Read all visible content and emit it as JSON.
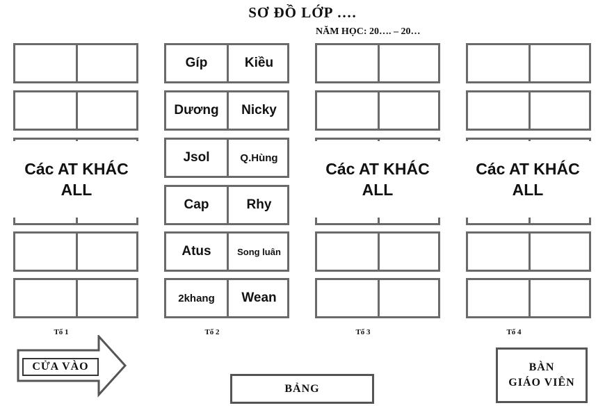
{
  "title": "SƠ ĐỒ LỚP ….",
  "subtitle": "NĂM HỌC: 20…. – 20…",
  "groups": [
    {
      "label": "Tổ 1",
      "desks": [
        [
          "",
          ""
        ],
        [
          "",
          ""
        ],
        [
          "",
          ""
        ],
        [
          "",
          ""
        ],
        [
          "",
          ""
        ],
        [
          "",
          ""
        ]
      ],
      "overlay": [
        "Các AT KHÁC",
        "ALL"
      ]
    },
    {
      "label": "Tổ 2",
      "desks": [
        [
          "Gíp",
          "Kiều"
        ],
        [
          "Dương",
          "Nicky"
        ],
        [
          "Jsol",
          "Q.Hùng"
        ],
        [
          "Cap",
          "Rhy"
        ],
        [
          "Atus",
          "Song luân"
        ],
        [
          "2khang",
          "Wean"
        ]
      ],
      "overlay": null
    },
    {
      "label": "Tổ 3",
      "desks": [
        [
          "",
          ""
        ],
        [
          "",
          ""
        ],
        [
          "",
          ""
        ],
        [
          "",
          ""
        ],
        [
          "",
          ""
        ],
        [
          "",
          ""
        ]
      ],
      "overlay": [
        "Các AT KHÁC",
        "ALL"
      ]
    },
    {
      "label": "Tổ 4",
      "desks": [
        [
          "",
          ""
        ],
        [
          "",
          ""
        ],
        [
          "",
          ""
        ],
        [
          "",
          ""
        ],
        [
          "",
          ""
        ],
        [
          "",
          ""
        ]
      ],
      "overlay": [
        "Các AT KHÁC",
        "ALL"
      ]
    }
  ],
  "entrance": "CỬA VÀO",
  "board": "BẢNG",
  "teacher_desk": [
    "BÀN",
    "GIÁO VIÊN"
  ],
  "colors": {
    "border": "#6a6a6a",
    "text": "#111111",
    "background": "#ffffff"
  }
}
